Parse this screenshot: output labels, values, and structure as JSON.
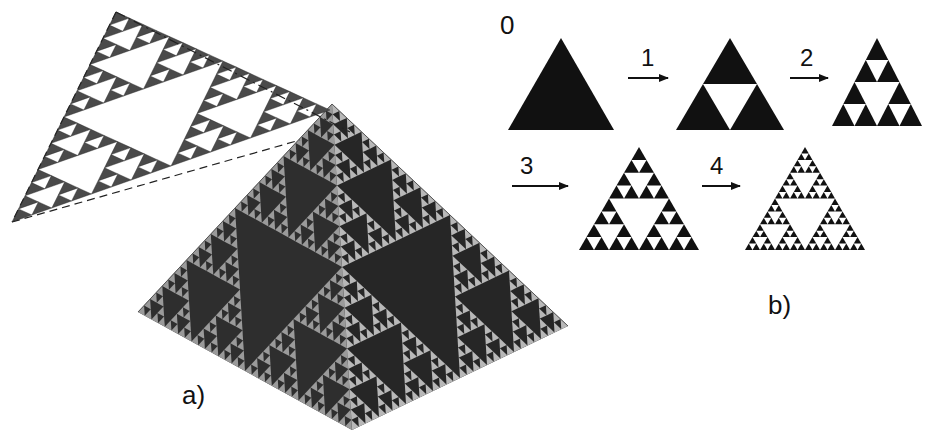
{
  "diagram": {
    "labels": [
      "0",
      "1",
      "2",
      "3",
      "4",
      "a)",
      "b)"
    ]
  }
}
